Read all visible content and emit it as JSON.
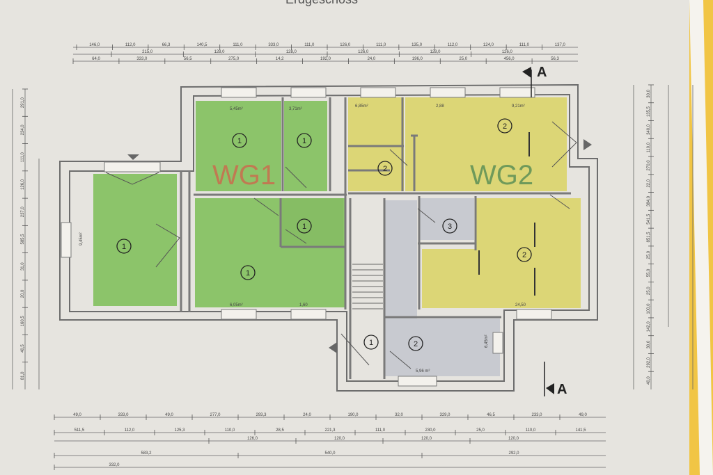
{
  "plan": {
    "title": "Erdgeschoss",
    "units": [
      {
        "label": "WG1"
      },
      {
        "label": "WG2"
      }
    ],
    "section_marker": "A",
    "colors": {
      "green_unit": "#8cc46a",
      "yellow_unit": "#dcd676",
      "grey_common": "#c8cad0",
      "wall": "#7a7a7a",
      "paper": "#e8e6e2"
    },
    "room_numbers": {
      "wg1_a": "1",
      "wg1_b": "1",
      "wg1_c": "1",
      "wg1_d": "1",
      "wg1_e": "1",
      "wg2_a": "2",
      "wg2_b": "2",
      "wg2_c": "2",
      "wg2_d": "3",
      "stair": "1",
      "hall": "2"
    },
    "top_dims_row1": [
      "146,0",
      "112,0",
      "66,3",
      "140,5",
      "111,0",
      "333,0",
      "111,0",
      "126,0",
      "111,0",
      "135,0",
      "112,0",
      "124,0",
      "111,0",
      "137,0"
    ],
    "top_dims_row2": [
      "215,0",
      "128,0",
      "128,0",
      "126,0",
      "128,0",
      "126,0"
    ],
    "top_dims_row3": [
      "64,0",
      "333,0",
      "56,5",
      "275,0",
      "14,2",
      "192,0",
      "24,0",
      "196,0",
      "25,0",
      "456,0",
      "56,3"
    ],
    "bottom_dims_row1": [
      "49,0",
      "333,0",
      "49,0",
      "277,0",
      "293,3",
      "24,0",
      "190,0",
      "32,0",
      "329,0",
      "46,5",
      "233,0",
      "49,0"
    ],
    "bottom_dims_row2": [
      "511,5",
      "112,0",
      "125,3",
      "110,0",
      "28,5",
      "221,3",
      "111,0",
      "230,0",
      "25,0",
      "110,0",
      "141,5"
    ],
    "bottom_dims_row3": [
      "126,0",
      "120,0",
      "120,0",
      "120,0"
    ],
    "bottom_dims_row4": [
      "583,2",
      "540,0",
      "292,0"
    ],
    "bottom_dims_row5": [
      "332,0"
    ],
    "left_dims": [
      "291,0",
      "234,0",
      "111,0",
      "126,0",
      "237,0",
      "585,5",
      "31,0",
      "20,0",
      "160,5",
      "40,5",
      "81,0"
    ],
    "right_dims": [
      "30,0",
      "135,5",
      "340,0",
      "110,0",
      "270,0",
      "22,0",
      "384,0",
      "541,5",
      "851,5",
      "25,0",
      "55,0",
      "25,0",
      "100,0",
      "142,0",
      "30,0",
      "292,0",
      "40,0"
    ],
    "room_annotations": {
      "wg1_a": "5,45m²",
      "wg1_b": "3,71m²",
      "wg1_small": "1,60",
      "wg1_big": "6,05m²",
      "wg1_side": "9,45m²",
      "wg2_a": "6,85m²",
      "wg2_b": "2,88",
      "wg2_c": "24,50",
      "hall_a": "5,96 m²",
      "hall_b": "6,45m²",
      "yellow_top": "9,21m²"
    }
  }
}
